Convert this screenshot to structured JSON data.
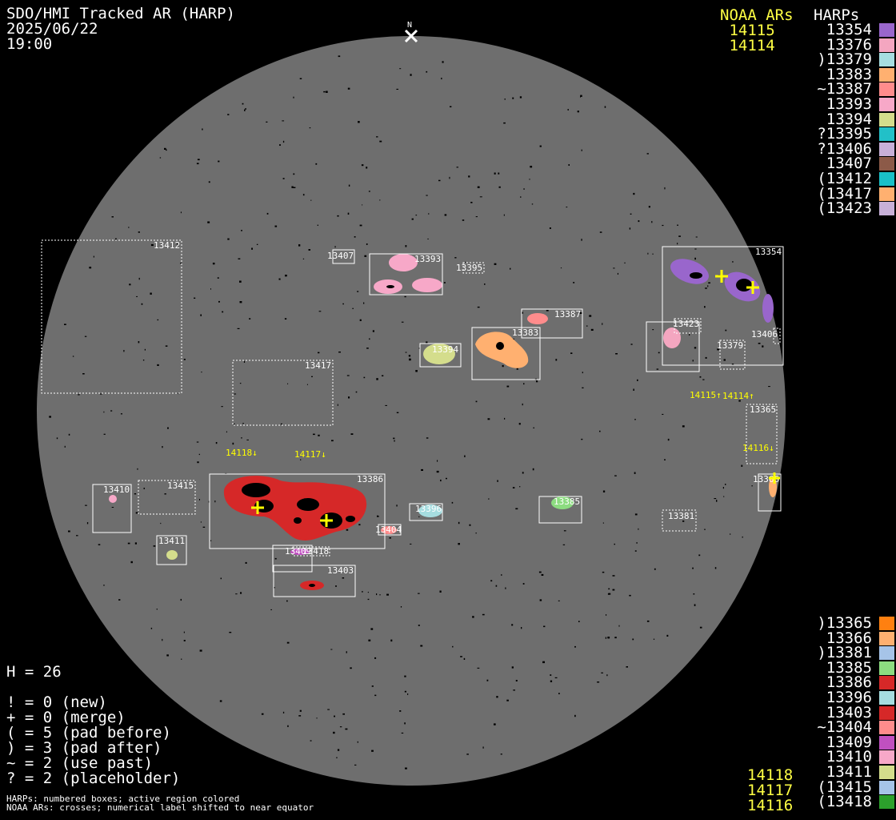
{
  "header": {
    "title": "SDO/HMI Tracked AR (HARP)",
    "date": "2025/06/22",
    "time": "19:00"
  },
  "north_label": "N",
  "noaa_top": {
    "title": "NOAA ARs",
    "items": [
      "14115",
      "14114"
    ]
  },
  "harps_title": "HARPs",
  "harps_top": [
    {
      "label": " 13354",
      "color": "#9966cc"
    },
    {
      "label": " 13376",
      "color": "#f4a6c0"
    },
    {
      "label": ")13379",
      "color": "#a6dde0"
    },
    {
      "label": " 13383",
      "color": "#ffb070"
    },
    {
      "label": "~13387",
      "color": "#ff8c8c"
    },
    {
      "label": " 13393",
      "color": "#f7a8c8"
    },
    {
      "label": " 13394",
      "color": "#d4dd8c"
    },
    {
      "label": "?13395",
      "color": "#22c0c8"
    },
    {
      "label": "?13406",
      "color": "#c8b0d8"
    },
    {
      "label": " 13407",
      "color": "#8c5a48"
    },
    {
      "label": "(13412",
      "color": "#19c0c8"
    },
    {
      "label": "(13417",
      "color": "#ffb070"
    },
    {
      "label": "(13423",
      "color": "#c8b0d8"
    }
  ],
  "harps_bottom": [
    {
      "label": ")13365",
      "color": "#ff8010"
    },
    {
      "label": " 13366",
      "color": "#ffb070"
    },
    {
      "label": ")13381",
      "color": "#a6c4e8"
    },
    {
      "label": " 13385",
      "color": "#8cdc80"
    },
    {
      "label": " 13386",
      "color": "#d62828"
    },
    {
      "label": " 13396",
      "color": "#a6dde0"
    },
    {
      "label": " 13403",
      "color": "#d62828"
    },
    {
      "label": "~13404",
      "color": "#ff8c8c"
    },
    {
      "label": " 13409",
      "color": "#c050c0"
    },
    {
      "label": " 13410",
      "color": "#f7a8c8"
    },
    {
      "label": " 13411",
      "color": "#d4dd8c"
    },
    {
      "label": "(13415",
      "color": "#a6c4e8"
    },
    {
      "label": "(13418",
      "color": "#2ca02c"
    }
  ],
  "noaa_bottom": [
    "14118",
    "14117",
    "14116"
  ],
  "stats": {
    "h": "H = 26",
    "new": "! = 0 (new)",
    "merge": "+ = 0 (merge)",
    "pad_before": "( = 5 (pad before)",
    "pad_after": ") = 3 (pad after)",
    "use_past": "~ = 2 (use past)",
    "placeholder": "? = 2 (placeholder)"
  },
  "footer": {
    "line1": "HARPs: numbered boxes; active region colored",
    "line2": "NOAA ARs: crosses; numerical label shifted to near equator"
  },
  "disk": {
    "box_labels": {
      "b13412": "13412",
      "b13407": "13407",
      "b13393": "13393",
      "b13395": "13395",
      "b13387": "13387",
      "b13383": "13383",
      "b13394": "13394",
      "b13354": "13354",
      "b13423": "13423",
      "b13406": "13406",
      "b13379": "13379",
      "b13417": "13417",
      "b13365": "13365",
      "b13366": "13366",
      "b13386": "13386",
      "b13410": "13410",
      "b13415": "13415",
      "b13411": "13411",
      "b13396": "13396",
      "b13404": "13404",
      "b13385": "13385",
      "b13381": "13381",
      "b13409": "13409",
      "b13418": "13418",
      "b13403": "13403"
    },
    "noaa_labels": {
      "n14115": "14115↑",
      "n14114": "14114↑",
      "n14116": "14116↓",
      "n14118": "14118↓",
      "n14117": "14117↓"
    }
  },
  "colors": {
    "disk": "#6e6e6e",
    "noaa": "#ffff00",
    "box": "#ffffff"
  }
}
